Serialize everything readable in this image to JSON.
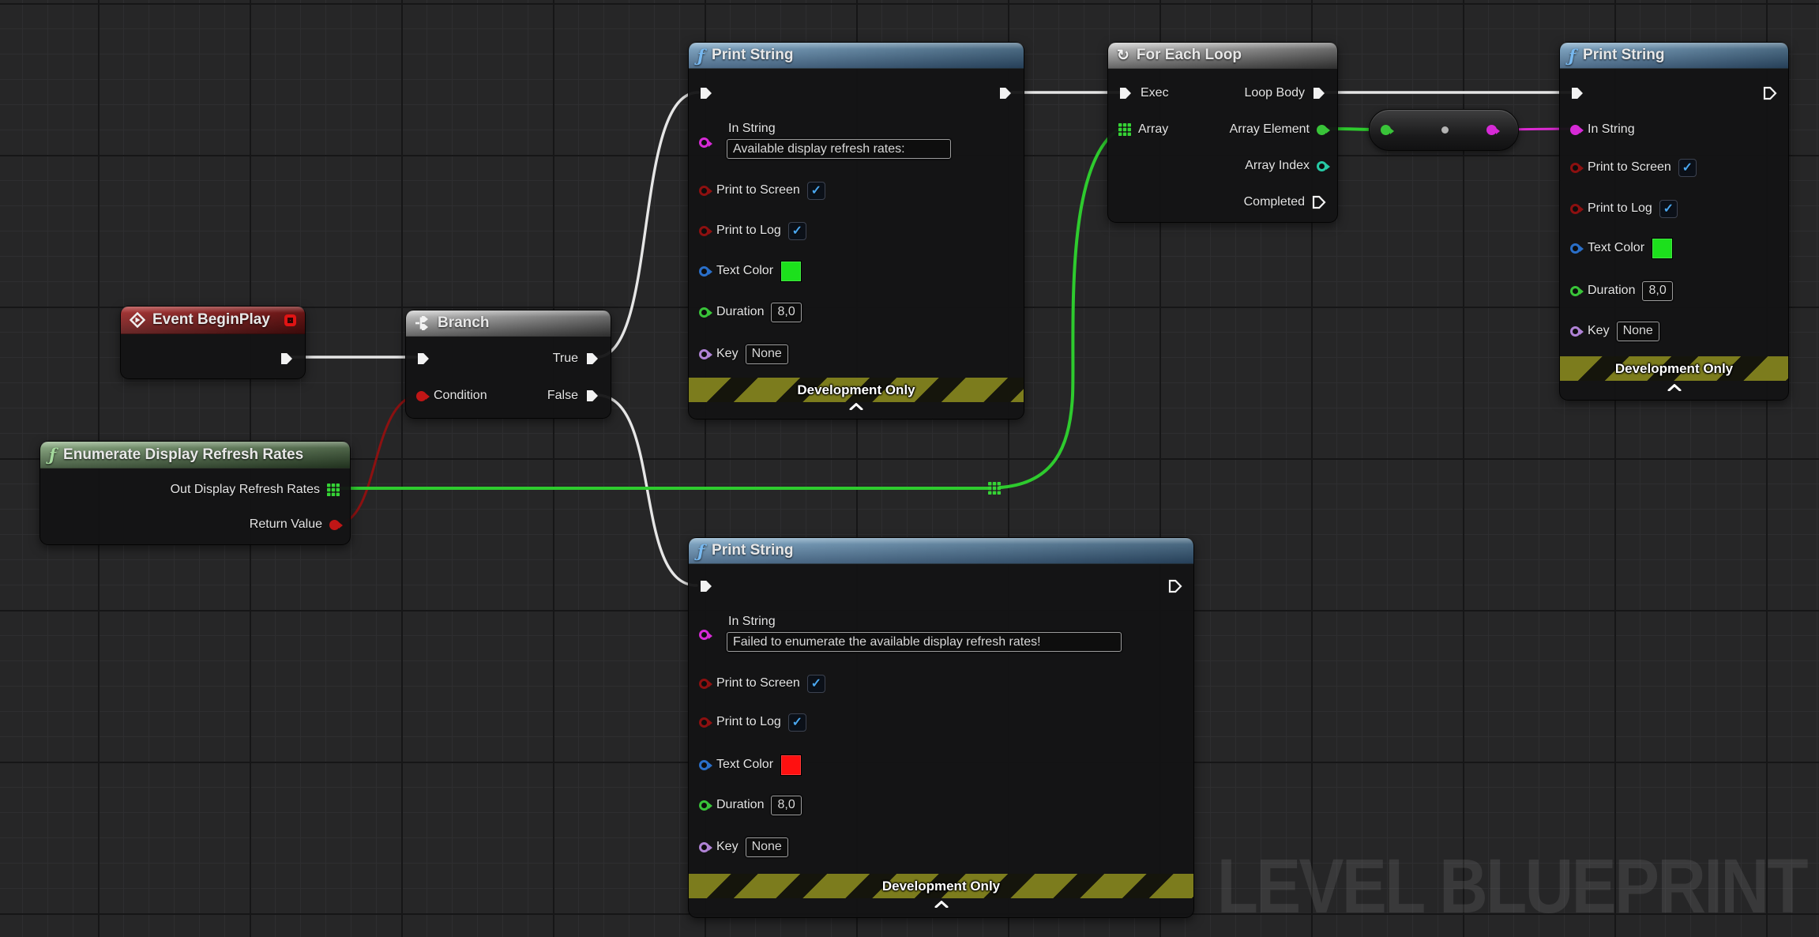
{
  "app": {
    "watermark": "LEVEL BLUEPRINT"
  },
  "glyphs": {
    "check": "✓",
    "function": "ƒ",
    "loop": "↻"
  },
  "colors": {
    "exec_wire": "#e6e6e6",
    "array_wire": "#2ecb2e",
    "string_wire": "#dc2ad2",
    "bool_wire": "#8c1111",
    "swatch_green": "#1ce01c",
    "swatch_red": "#ff1010",
    "header_blue": "#4c7498",
    "header_gray": "#8a8a8a",
    "header_red": "#8c1a1a",
    "header_green": "#53784b"
  },
  "nodes": {
    "event_begin_play": {
      "title": "Event BeginPlay"
    },
    "branch": {
      "title": "Branch",
      "condition_label": "Condition",
      "true_label": "True",
      "false_label": "False"
    },
    "enumerate_display_refresh_rates": {
      "title": "Enumerate Display Refresh Rates",
      "out_label": "Out Display Refresh Rates",
      "return_label": "Return Value"
    },
    "for_each_loop": {
      "title": "For Each Loop",
      "exec_label": "Exec",
      "array_label": "Array",
      "loop_body_label": "Loop Body",
      "array_element_label": "Array Element",
      "array_index_label": "Array Index",
      "completed_label": "Completed"
    },
    "print_string_top": {
      "title": "Print String",
      "in_string_label": "In String",
      "in_string_value": "Available display refresh rates:",
      "print_to_screen_label": "Print to Screen",
      "print_to_screen_checked": true,
      "print_to_log_label": "Print to Log",
      "print_to_log_checked": true,
      "text_color_label": "Text Color",
      "text_color_value": "#1ce01c",
      "duration_label": "Duration",
      "duration_value": "8,0",
      "key_label": "Key",
      "key_value": "None",
      "banner": "Development Only"
    },
    "print_string_right": {
      "title": "Print String",
      "in_string_label": "In String",
      "print_to_screen_label": "Print to Screen",
      "print_to_screen_checked": true,
      "print_to_log_label": "Print to Log",
      "print_to_log_checked": true,
      "text_color_label": "Text Color",
      "text_color_value": "#1ce01c",
      "duration_label": "Duration",
      "duration_value": "8,0",
      "key_label": "Key",
      "key_value": "None",
      "banner": "Development Only"
    },
    "print_string_bottom": {
      "title": "Print String",
      "in_string_label": "In String",
      "in_string_value": "Failed to enumerate the available display refresh rates!",
      "print_to_screen_label": "Print to Screen",
      "print_to_screen_checked": true,
      "print_to_log_label": "Print to Log",
      "print_to_log_checked": true,
      "text_color_label": "Text Color",
      "text_color_value": "#ff1010",
      "duration_label": "Duration",
      "duration_value": "8,0",
      "key_label": "Key",
      "key_value": "None",
      "banner": "Development Only"
    }
  }
}
